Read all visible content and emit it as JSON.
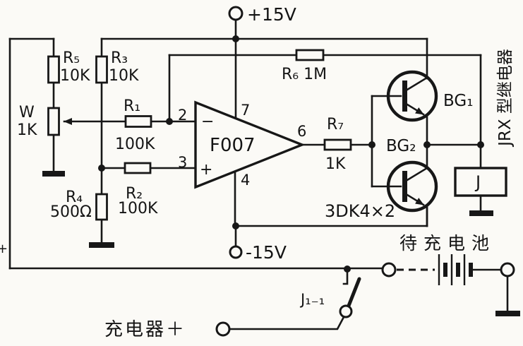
{
  "power": {
    "positive": "+15V",
    "negative": "-15V"
  },
  "opamp": {
    "part": "F007",
    "pins": {
      "inv": "2",
      "noninv": "3",
      "vneg": "4",
      "out": "6",
      "vpos": "7"
    },
    "signs": {
      "inv": "−",
      "noninv": "+"
    }
  },
  "resistors": {
    "r1": {
      "name": "R₁",
      "value": "100K"
    },
    "r2": {
      "name": "R₂",
      "value": "100K"
    },
    "r3": {
      "name": "R₃",
      "value": "10K"
    },
    "r4": {
      "name": "R₄",
      "value": "500Ω"
    },
    "r5": {
      "name": "R₅",
      "value": "10K"
    },
    "r6": {
      "label": "R₆ 1M"
    },
    "r7": {
      "name": "R₇",
      "value": "1K"
    },
    "w": {
      "name": "W",
      "value": "1K"
    }
  },
  "transistors": {
    "bg1": "BG₁",
    "bg2": "BG₂",
    "type": "3DK4×2"
  },
  "relay": {
    "coil": "J",
    "type_vertical": "JRX 型继电器",
    "contact": "J₁₋₁"
  },
  "battery": {
    "label": "待充电池"
  },
  "charger": {
    "label": "充电器＋",
    "polarity_mark": "+"
  }
}
